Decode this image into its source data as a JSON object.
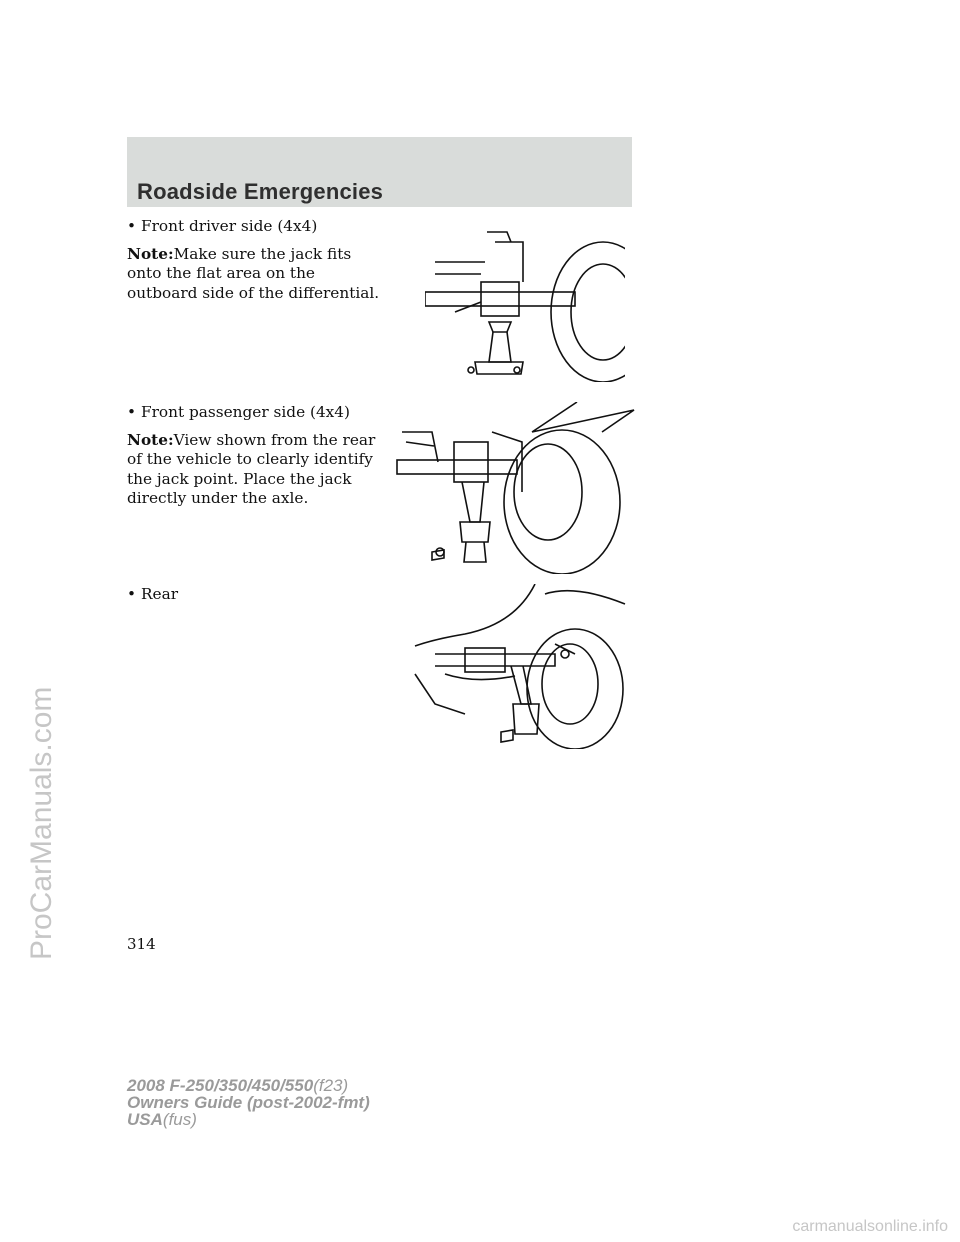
{
  "section_title": "Roadside Emergencies",
  "items": [
    {
      "bullet": "•",
      "label": "Front driver side (4x4)",
      "note_label": "Note:",
      "note_text": "Make sure the jack fits onto the flat area on the outboard side of the differential."
    },
    {
      "bullet": "•",
      "label": "Front passenger side (4x4)",
      "note_label": "Note:",
      "note_text": "View shown from the rear of the vehicle to clearly identify the jack point. Place the jack directly under the axle."
    },
    {
      "bullet": "•",
      "label": "Rear"
    }
  ],
  "page_number": "314",
  "footer": {
    "line1_main": "2008 F-250/350/450/550",
    "line1_code": "(f23)",
    "line2_main": "Owners Guide (post-2002-fmt)",
    "line3_main": "USA",
    "line3_code": "(fus)"
  },
  "watermark_side": "ProCarManuals.com",
  "watermark_bottom": "carmanualsonline.info"
}
